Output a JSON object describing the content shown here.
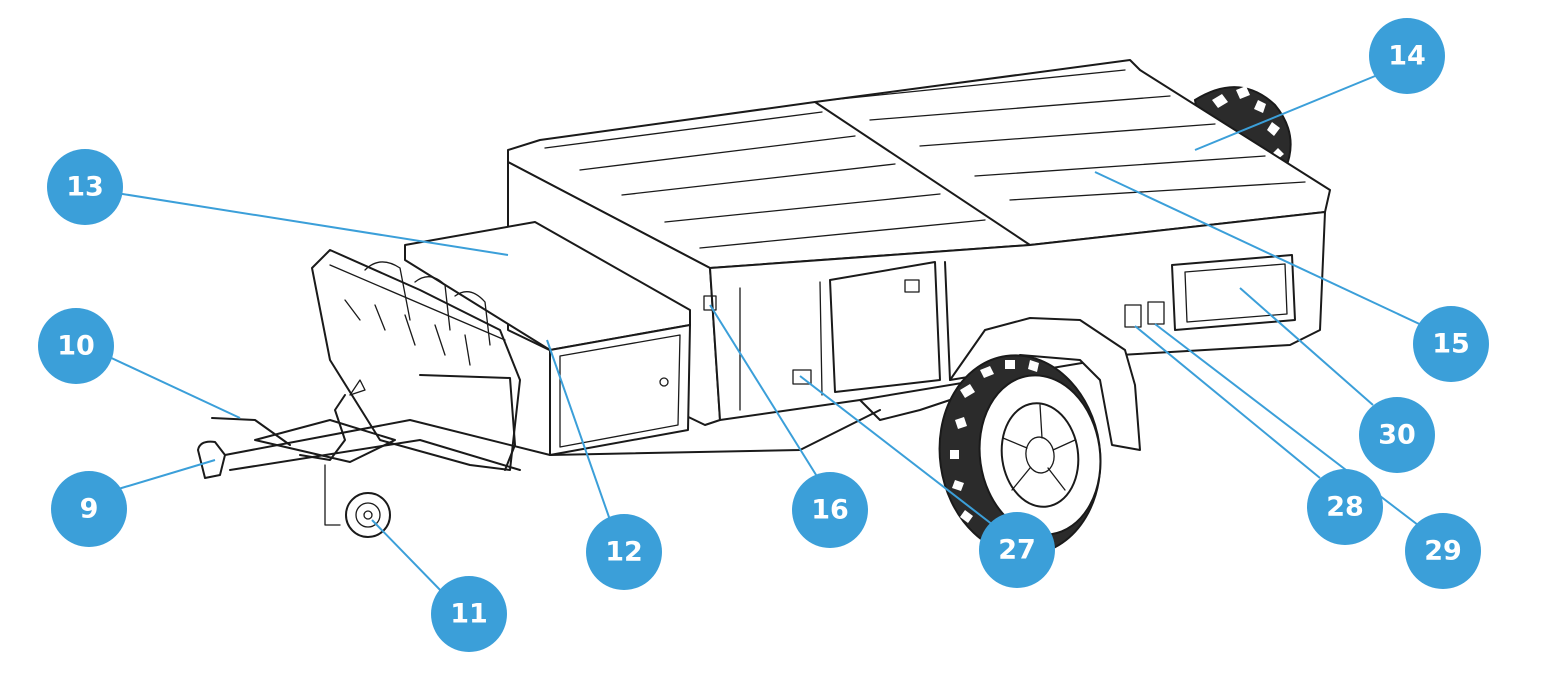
{
  "colors": {
    "callout": "#3b9fd9",
    "callout_text": "#ffffff",
    "linework": "#1a1a1a",
    "background": "#ffffff"
  },
  "callouts": [
    {
      "id": "c9",
      "label": "9"
    },
    {
      "id": "c10",
      "label": "10"
    },
    {
      "id": "c11",
      "label": "11"
    },
    {
      "id": "c12",
      "label": "12"
    },
    {
      "id": "c13",
      "label": "13"
    },
    {
      "id": "c14",
      "label": "14"
    },
    {
      "id": "c15",
      "label": "15"
    },
    {
      "id": "c16",
      "label": "16"
    },
    {
      "id": "c27",
      "label": "27"
    },
    {
      "id": "c28",
      "label": "28"
    },
    {
      "id": "c29",
      "label": "29"
    },
    {
      "id": "c30",
      "label": "30"
    }
  ]
}
